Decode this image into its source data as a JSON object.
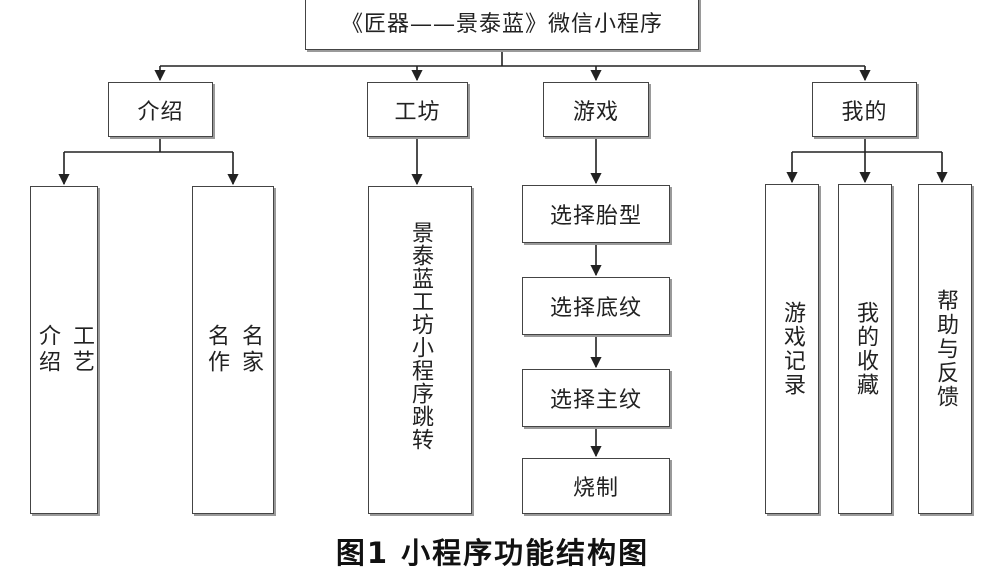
{
  "title": "《匠器——景泰蓝》微信小程序",
  "sections": {
    "intro": {
      "label": "介绍",
      "children": [
        "工艺介绍",
        "名家名作"
      ]
    },
    "workshop": {
      "label": "工坊",
      "children": [
        "景泰蓝工坊小程序跳转"
      ]
    },
    "game": {
      "label": "游戏",
      "steps": [
        "选择胎型",
        "选择底纹",
        "选择主纹",
        "烧制"
      ]
    },
    "mine": {
      "label": "我的",
      "children": [
        "游戏记录",
        "我的收藏",
        "帮助与反馈"
      ]
    }
  },
  "caption": "图1  小程序功能结构图"
}
